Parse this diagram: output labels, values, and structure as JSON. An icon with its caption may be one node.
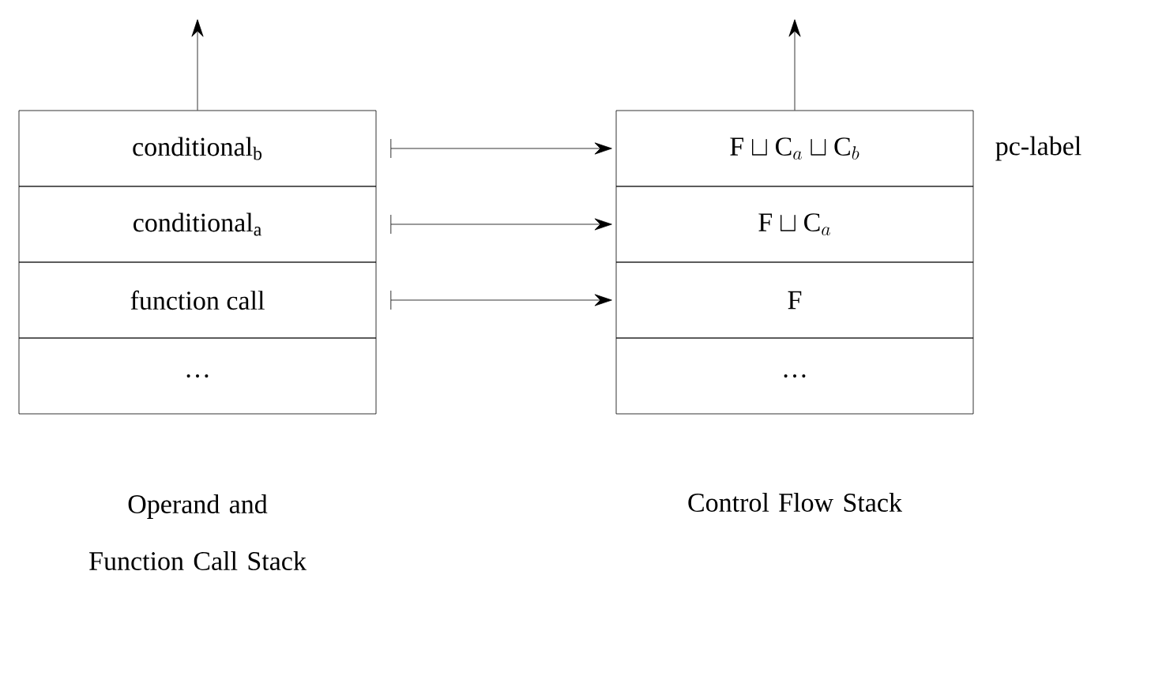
{
  "diagram": {
    "nodes": [
      {
        "text": [
          "conditional$_{b}$"
        ]
      },
      {
        "text": [
          "conditional$_{a}$"
        ]
      },
      {
        "text": [
          "function call"
        ]
      },
      {
        "text": [
          "…"
        ]
      },
      {
        "text": [
          "\\mathrm{F} \\sqcup \\mathrm{C}_a \\sqcup \\mathrm{C}_b"
        ],
        "beside": [
          "pc-label"
        ]
      },
      {
        "text": [
          "\\mathrm{F} \\sqcup \\mathrm{C}_a"
        ]
      },
      {
        "text": [
          "\\mathrm{F}"
        ]
      },
      {
        "text": [
          "…"
        ]
      }
    ],
    "edges": [
      {
        "from": 0,
        "to": 4,
        "arrow": "to"
      },
      {
        "from": 1,
        "to": 5,
        "arrow": "to"
      },
      {
        "from": 2,
        "to": 6,
        "arrow": "to"
      },
      {
        "from": 0,
        "to": null,
        "arrow": "to"
      },
      {
        "from": 4,
        "to": null,
        "arrow": "to"
      }
    ],
    "labels": [
      "Operand and Function Call Stack",
      "Control Flow Stack"
    ]
  }
}
